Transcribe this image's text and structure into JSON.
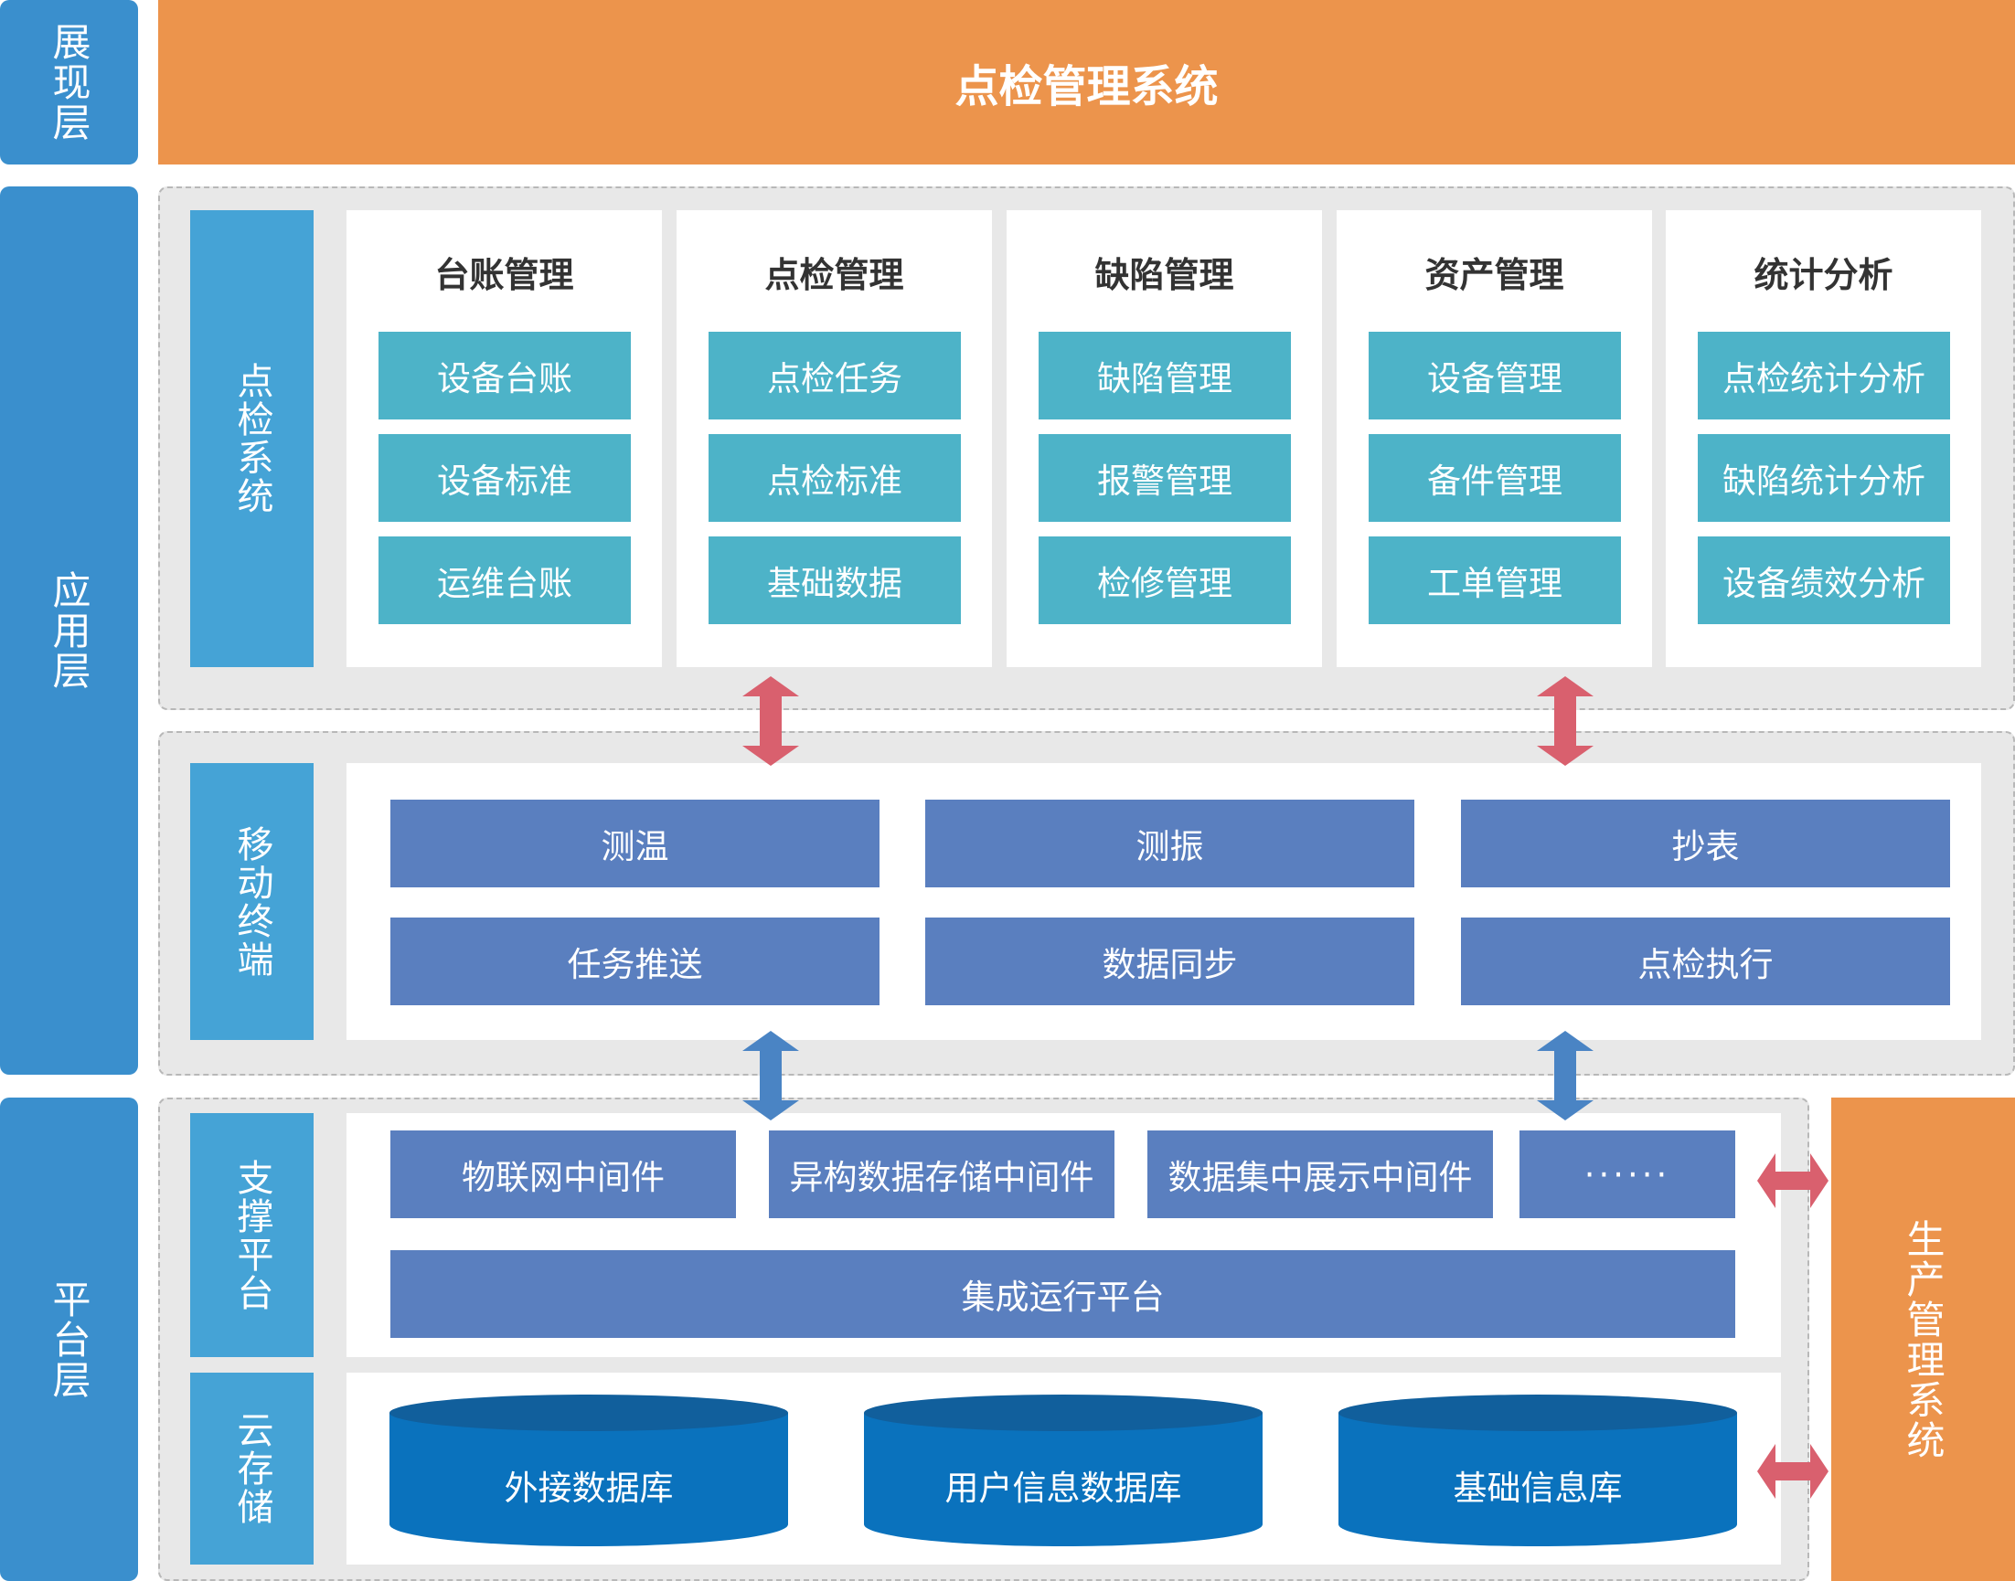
{
  "layers": {
    "presentation": "展现层",
    "application": "应用层",
    "platform": "平台层"
  },
  "header": {
    "title": "点检管理系统"
  },
  "inspection_system": {
    "label": "点检系统",
    "columns": [
      {
        "title": "台账管理",
        "items": [
          "设备台账",
          "设备标准",
          "运维台账"
        ]
      },
      {
        "title": "点检管理",
        "items": [
          "点检任务",
          "点检标准",
          "基础数据"
        ]
      },
      {
        "title": "缺陷管理",
        "items": [
          "缺陷管理",
          "报警管理",
          "检修管理"
        ]
      },
      {
        "title": "资产管理",
        "items": [
          "设备管理",
          "备件管理",
          "工单管理"
        ]
      },
      {
        "title": "统计分析",
        "items": [
          "点检统计分析",
          "缺陷统计分析",
          "设备绩效分析"
        ]
      }
    ]
  },
  "mobile_terminal": {
    "label": "移动终端",
    "items": [
      "测温",
      "测振",
      "抄表",
      "任务推送",
      "数据同步",
      "点检执行"
    ]
  },
  "support_platform": {
    "label": "支撑平台",
    "middleware": [
      "物联网中间件",
      "异构数据存储中间件",
      "数据集中展示中间件",
      "······"
    ],
    "integration": "集成运行平台"
  },
  "cloud_storage": {
    "label": "云存储",
    "databases": [
      "外接数据库",
      "用户信息数据库",
      "基础信息库"
    ]
  },
  "production_system": "生产管理系统",
  "colors": {
    "layer_blue": "#3a8fcd",
    "sub_blue": "#45a3d6",
    "orange": "#ec944c",
    "teal": "#4db3c8",
    "slate_blue": "#5a7fbf",
    "db_blue": "#0a72bd",
    "arrow_red": "#d9606e",
    "arrow_blue": "#4a84c4"
  }
}
